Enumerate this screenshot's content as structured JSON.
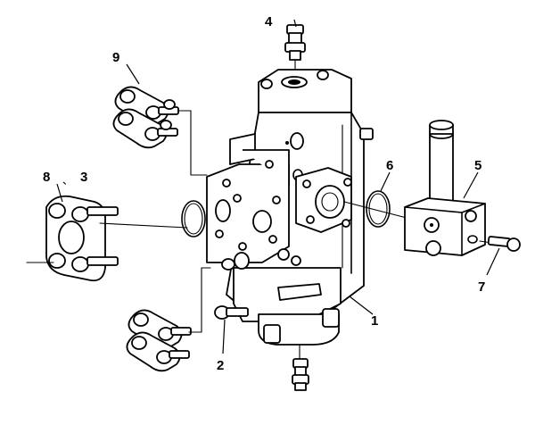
{
  "diagram": {
    "callouts": [
      {
        "id": "c1",
        "text": "1"
      },
      {
        "id": "c2",
        "text": "2"
      },
      {
        "id": "c3",
        "text": "3"
      },
      {
        "id": "c4",
        "text": "4"
      },
      {
        "id": "c5",
        "text": "5"
      },
      {
        "id": "c6",
        "text": "6"
      },
      {
        "id": "c7",
        "text": "7"
      },
      {
        "id": "c8",
        "text": "8"
      },
      {
        "id": "c9",
        "text": "9"
      }
    ],
    "comma_mark": "、"
  }
}
